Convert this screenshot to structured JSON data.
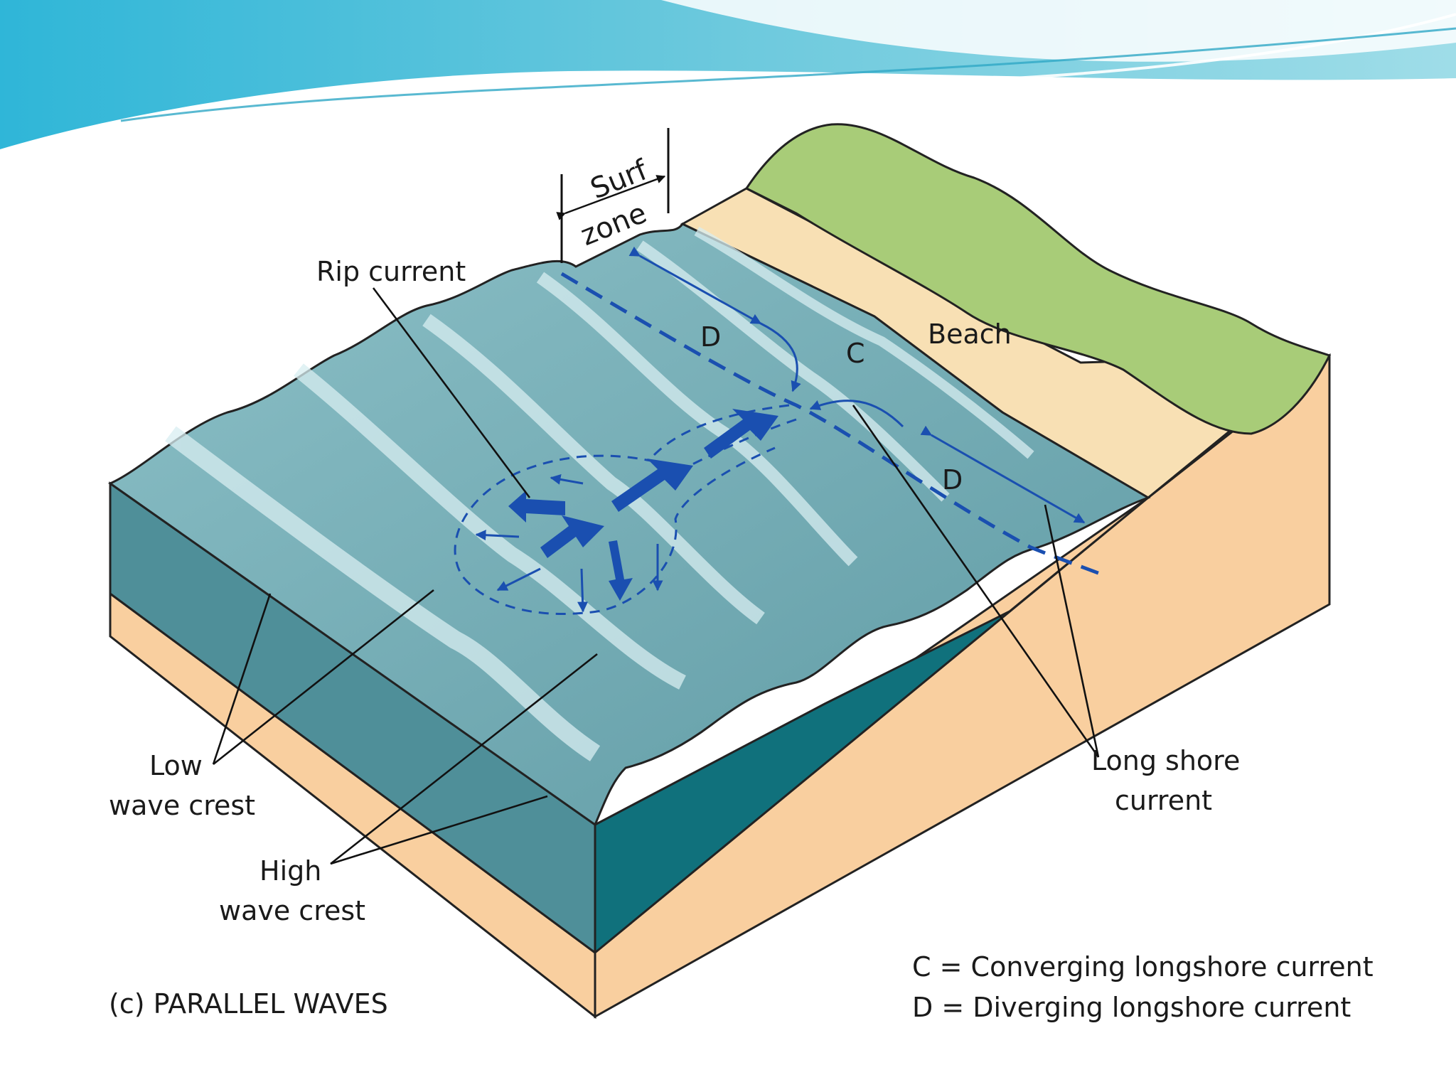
{
  "labels": {
    "surf": "Surf",
    "zone": "zone",
    "rip_current": "Rip current",
    "beach": "Beach",
    "d_upper": "D",
    "c_mid": "C",
    "d_lower": "D",
    "low_crest_line1": "Low",
    "low_crest_line2": "wave crest",
    "high_crest_line1": "High",
    "high_crest_line2": "wave crest",
    "longshore_line1": "Long shore",
    "longshore_line2": "current",
    "caption": "(c) PARALLEL WAVES"
  },
  "legend": {
    "c_line": "C = Converging longshore current",
    "d_line": "D = Diverging longshore current"
  },
  "colors": {
    "water_surface": "#6ea7b1",
    "water_front": "#4f8f99",
    "water_side": "#10717c",
    "sand": "#f9cf9f",
    "beach": "#f8e0b4",
    "grass": "#a8cc78",
    "current_blue": "#1a4fb0",
    "header_teal": "#5fc8dc"
  }
}
